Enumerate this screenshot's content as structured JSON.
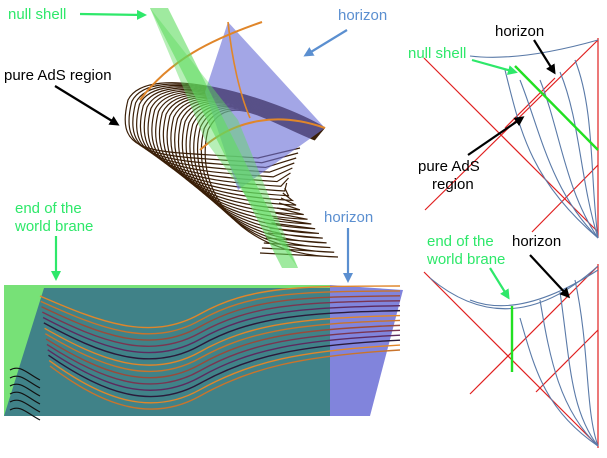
{
  "labels": {
    "null_shell_top": "null shell",
    "horizon_top": "horizon",
    "pure_ads_region": "pure AdS region",
    "end_brane_line1": "end of the",
    "end_brane_line2": "world brane",
    "horizon_bottom": "horizon",
    "right_horizon_top": "horizon",
    "right_null_shell": "null shell",
    "right_pure_ads_line1": "pure AdS",
    "right_pure_ads_line2": "region",
    "right_end_brane_line1": "end of the",
    "right_end_brane_line2": "world brane",
    "right_horizon_bottom": "horizon"
  },
  "colors": {
    "green_label": "#2ee86a",
    "blue_label": "#5b8fd0",
    "black": "#000000",
    "green_plane": "#5fdc5f",
    "blue_plane": "#6b6fd6",
    "orange_curve": "#e0862a",
    "brown_curve": "#3a1f08",
    "red_line": "#e02020",
    "blue_curve": "#5a7aa8",
    "green_line": "#22e022"
  }
}
